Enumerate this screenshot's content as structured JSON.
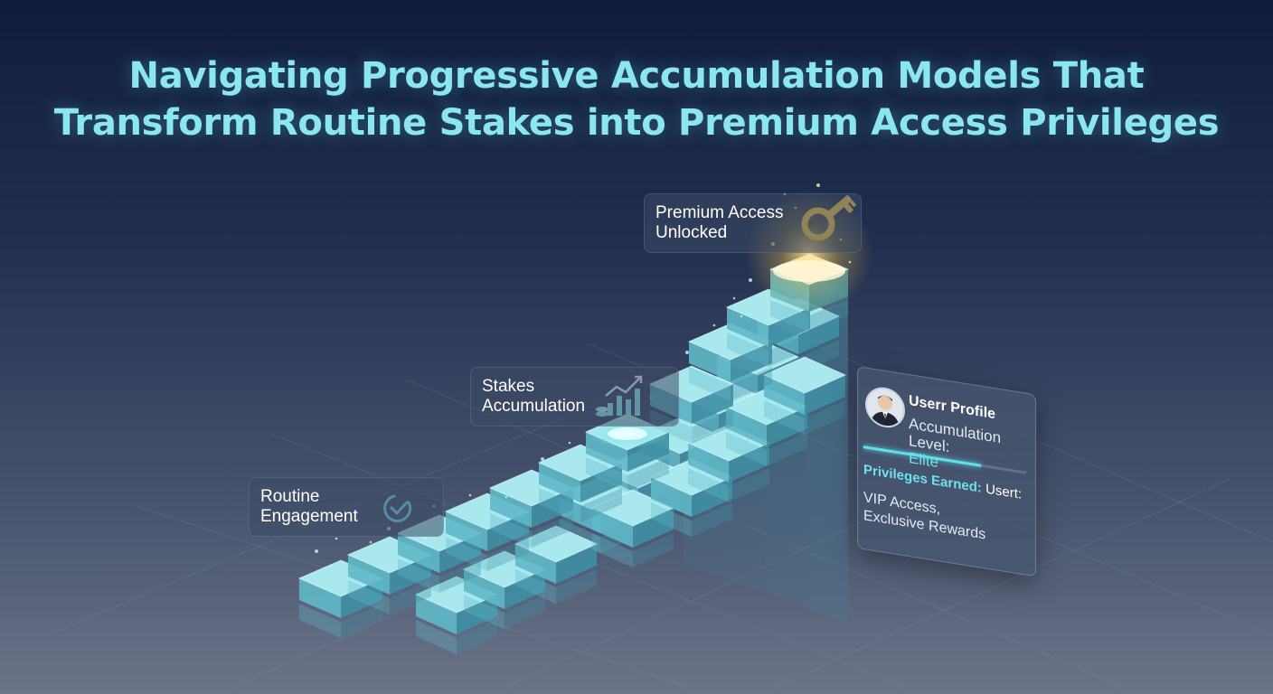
{
  "title": {
    "line1": "Navigating Progressive Accumulation Models That",
    "line2": "Transform Routine Stakes into Premium Access Privileges"
  },
  "labels": {
    "routine": {
      "line1": "Routine",
      "line2": "Engagement",
      "icon": "check-circle-icon"
    },
    "stakes": {
      "line1": "Stakes",
      "line2": "Accumulation",
      "icon": "rising-bar-chart-icon"
    },
    "premium": {
      "line1": "Premium Access",
      "line2": "Unlocked",
      "icon": "key-icon"
    }
  },
  "profile_card": {
    "title": "Userr Profile",
    "level_label": "Accumulation Level:",
    "level_value": "Elite",
    "progress": 0.72,
    "privileges_label": "Privileges Earned:",
    "privileges_user": "Usert:",
    "rewards_line1": "VIP Access,",
    "rewards_line2": "Exclusive Rewards",
    "avatar_icon": "user-avatar-icon"
  },
  "colors": {
    "accent": "#8ce6ef",
    "block_top": "#a9e9ee",
    "block_front": "#5fb8c8",
    "block_side": "#3f8ea3",
    "glow": "#f5c84a"
  }
}
